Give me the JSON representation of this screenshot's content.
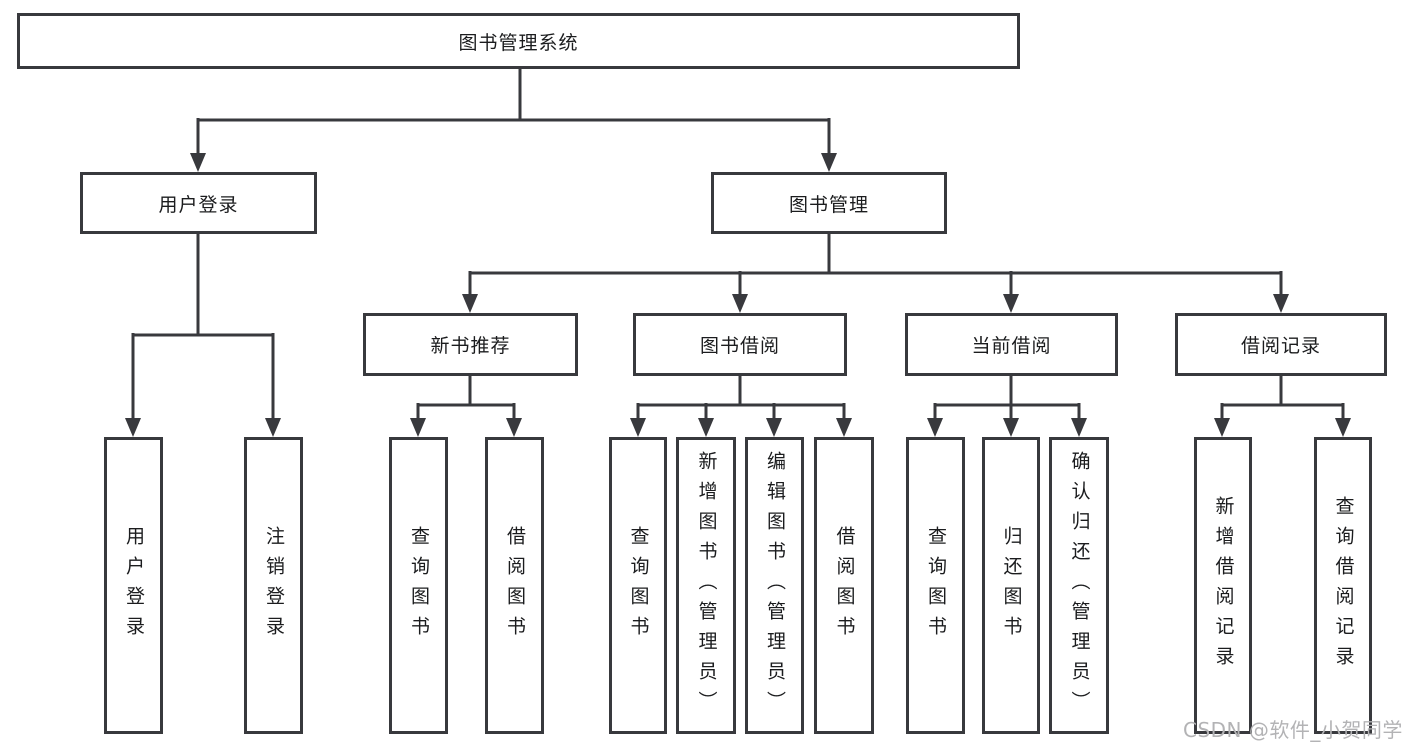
{
  "tree": {
    "root": {
      "label": "图书管理系统"
    },
    "children": [
      {
        "label": "用户登录",
        "children": [
          {
            "label": "用户登录"
          },
          {
            "label": "注销登录"
          }
        ]
      },
      {
        "label": "图书管理",
        "children": [
          {
            "label": "新书推荐",
            "children": [
              {
                "label": "查询图书"
              },
              {
                "label": "借阅图书"
              }
            ]
          },
          {
            "label": "图书借阅",
            "children": [
              {
                "label": "查询图书"
              },
              {
                "label": "新增图书（管理员）"
              },
              {
                "label": "编辑图书（管理员）"
              },
              {
                "label": "借阅图书"
              }
            ]
          },
          {
            "label": "当前借阅",
            "children": [
              {
                "label": "查询图书"
              },
              {
                "label": "归还图书"
              },
              {
                "label": "确认归还（管理员）"
              }
            ]
          },
          {
            "label": "借阅记录",
            "children": [
              {
                "label": "新增借阅记录"
              },
              {
                "label": "查询借阅记录"
              }
            ]
          }
        ]
      }
    ]
  },
  "watermark": "CSDN @软件_小贺同学",
  "colors": {
    "line": "#38393d",
    "box_border": "#38393d",
    "text": "#1b1c1e",
    "watermark": "#b3b3b5",
    "background": "#ffffff"
  }
}
